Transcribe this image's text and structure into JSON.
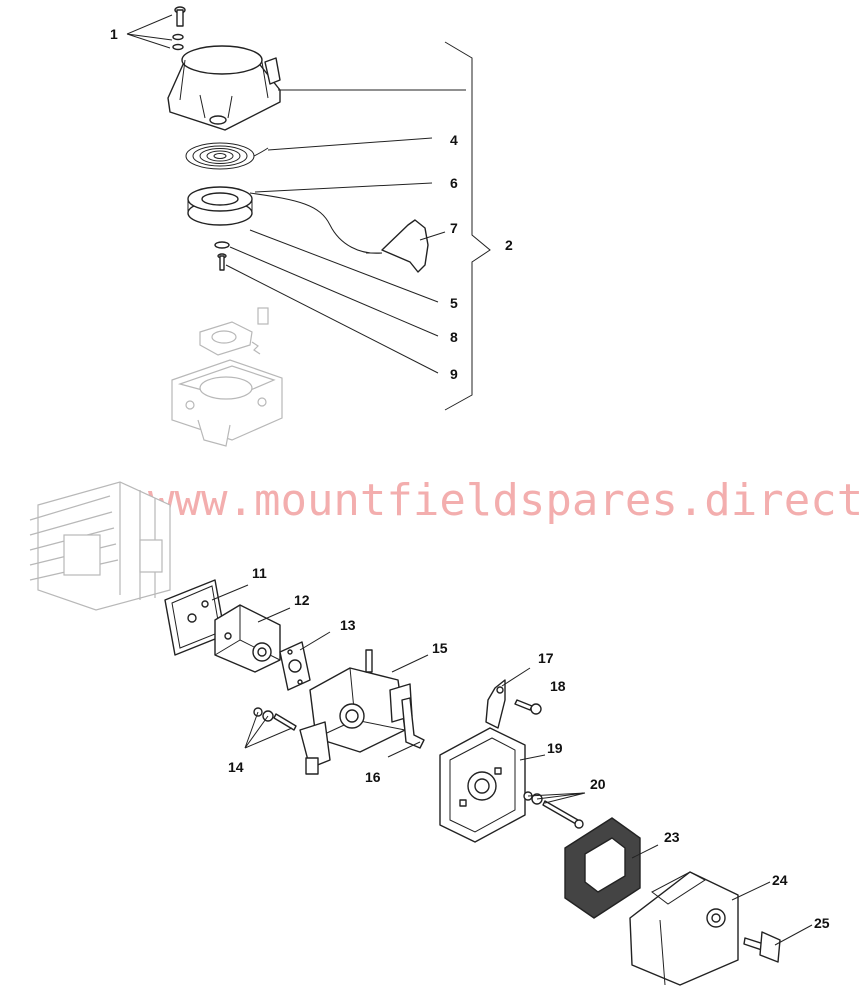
{
  "watermark": "www.mountfieldspares.direct",
  "callouts": {
    "c1": "1",
    "c2": "2",
    "c4": "4",
    "c5": "5",
    "c6": "6",
    "c7": "7",
    "c8": "8",
    "c9": "9",
    "c11": "11",
    "c12": "12",
    "c13": "13",
    "c14": "14",
    "c15": "15",
    "c16": "16",
    "c17": "17",
    "c18": "18",
    "c19": "19",
    "c20": "20",
    "c23": "23",
    "c24": "24",
    "c25": "25"
  }
}
